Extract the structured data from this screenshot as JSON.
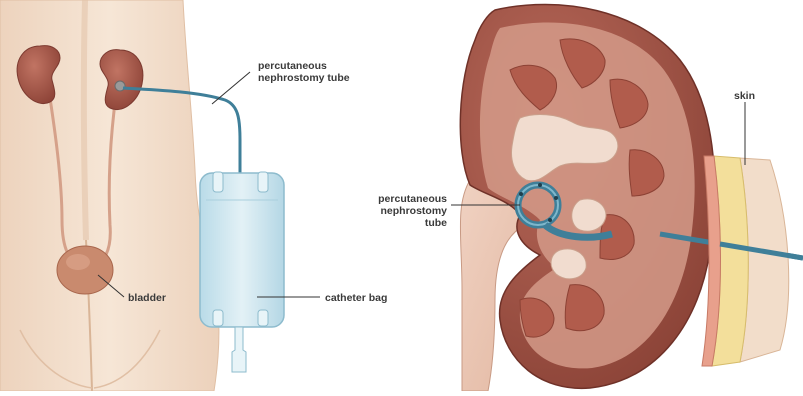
{
  "labels": {
    "nephrostomy_left": [
      "percutaneous",
      "nephrostomy tube"
    ],
    "bladder": "bladder",
    "catheter_bag": "catheter bag",
    "nephrostomy_right": [
      "percutaneous",
      "nephrostomy",
      "tube"
    ],
    "skin": "skin"
  },
  "colors": {
    "skin_tone": "#f3e0cf",
    "skin_shadow": "#e2c3a8",
    "kidney": "#a8584a",
    "kidney_dark": "#7f3a30",
    "kidney_light": "#c98070",
    "bladder": "#c98a6e",
    "ureter": "#d7a48d",
    "tube": "#4b8aa3",
    "tube_light": "#7fb7cb",
    "bag": "#cde5ef",
    "bag_edge": "#9fc6d6",
    "fat": "#f3df9b",
    "dermis": "#e8a08c",
    "label_text": "#3a3a3a",
    "leader": "#333333"
  }
}
